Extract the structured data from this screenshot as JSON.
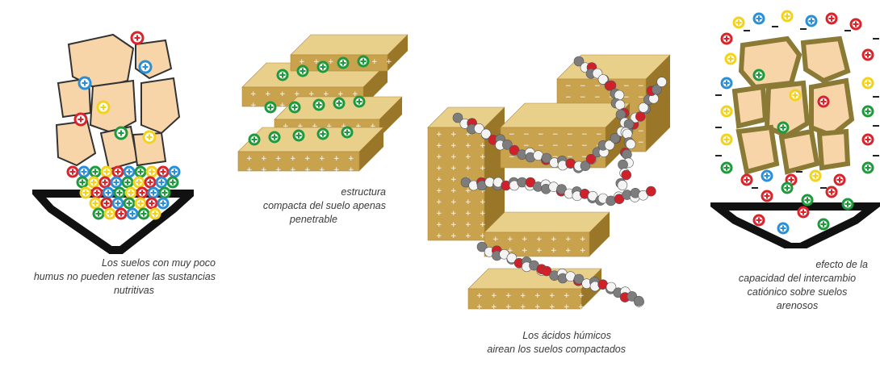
{
  "panels": [
    {
      "id": "sandy-soil-low-humus",
      "caption_lines": [
        "Los suelos con muy poco",
        "humus no pueden retener las sustancias",
        "nutritivas"
      ]
    },
    {
      "id": "compact-soil-structure",
      "caption_lines": [
        "estructura",
        "compacta del suelo apenas",
        "penetrable"
      ]
    },
    {
      "id": "humic-acids",
      "caption_lines": [
        "Los ácidos húmicos",
        "airean los suelos compactados"
      ]
    },
    {
      "id": "cation-exchange-effect",
      "caption_lines": [
        "efecto de la",
        "capacidad del intercambio",
        "catiónico sobre suelos",
        "arenosos"
      ]
    }
  ],
  "colors": {
    "particle_fill": "#f7d5a8",
    "particle_stroke": "#333333",
    "humus_coating": "#8a7a35",
    "block_top": "#e8cf8a",
    "block_front": "#c9a24e",
    "block_side": "#9a7628",
    "ion_red": "#d9242b",
    "ion_blue": "#2b8fd6",
    "ion_green": "#1e9a3c",
    "ion_yellow": "#f3d21b",
    "molecule_gray": "#7d7d7d",
    "molecule_red": "#d0202a",
    "molecule_white": "#f4f4f4"
  },
  "icons": [
    "positive-ion-icon",
    "negative-charge-icon",
    "funnel-icon",
    "soil-block-icon",
    "humic-molecule-icon"
  ]
}
